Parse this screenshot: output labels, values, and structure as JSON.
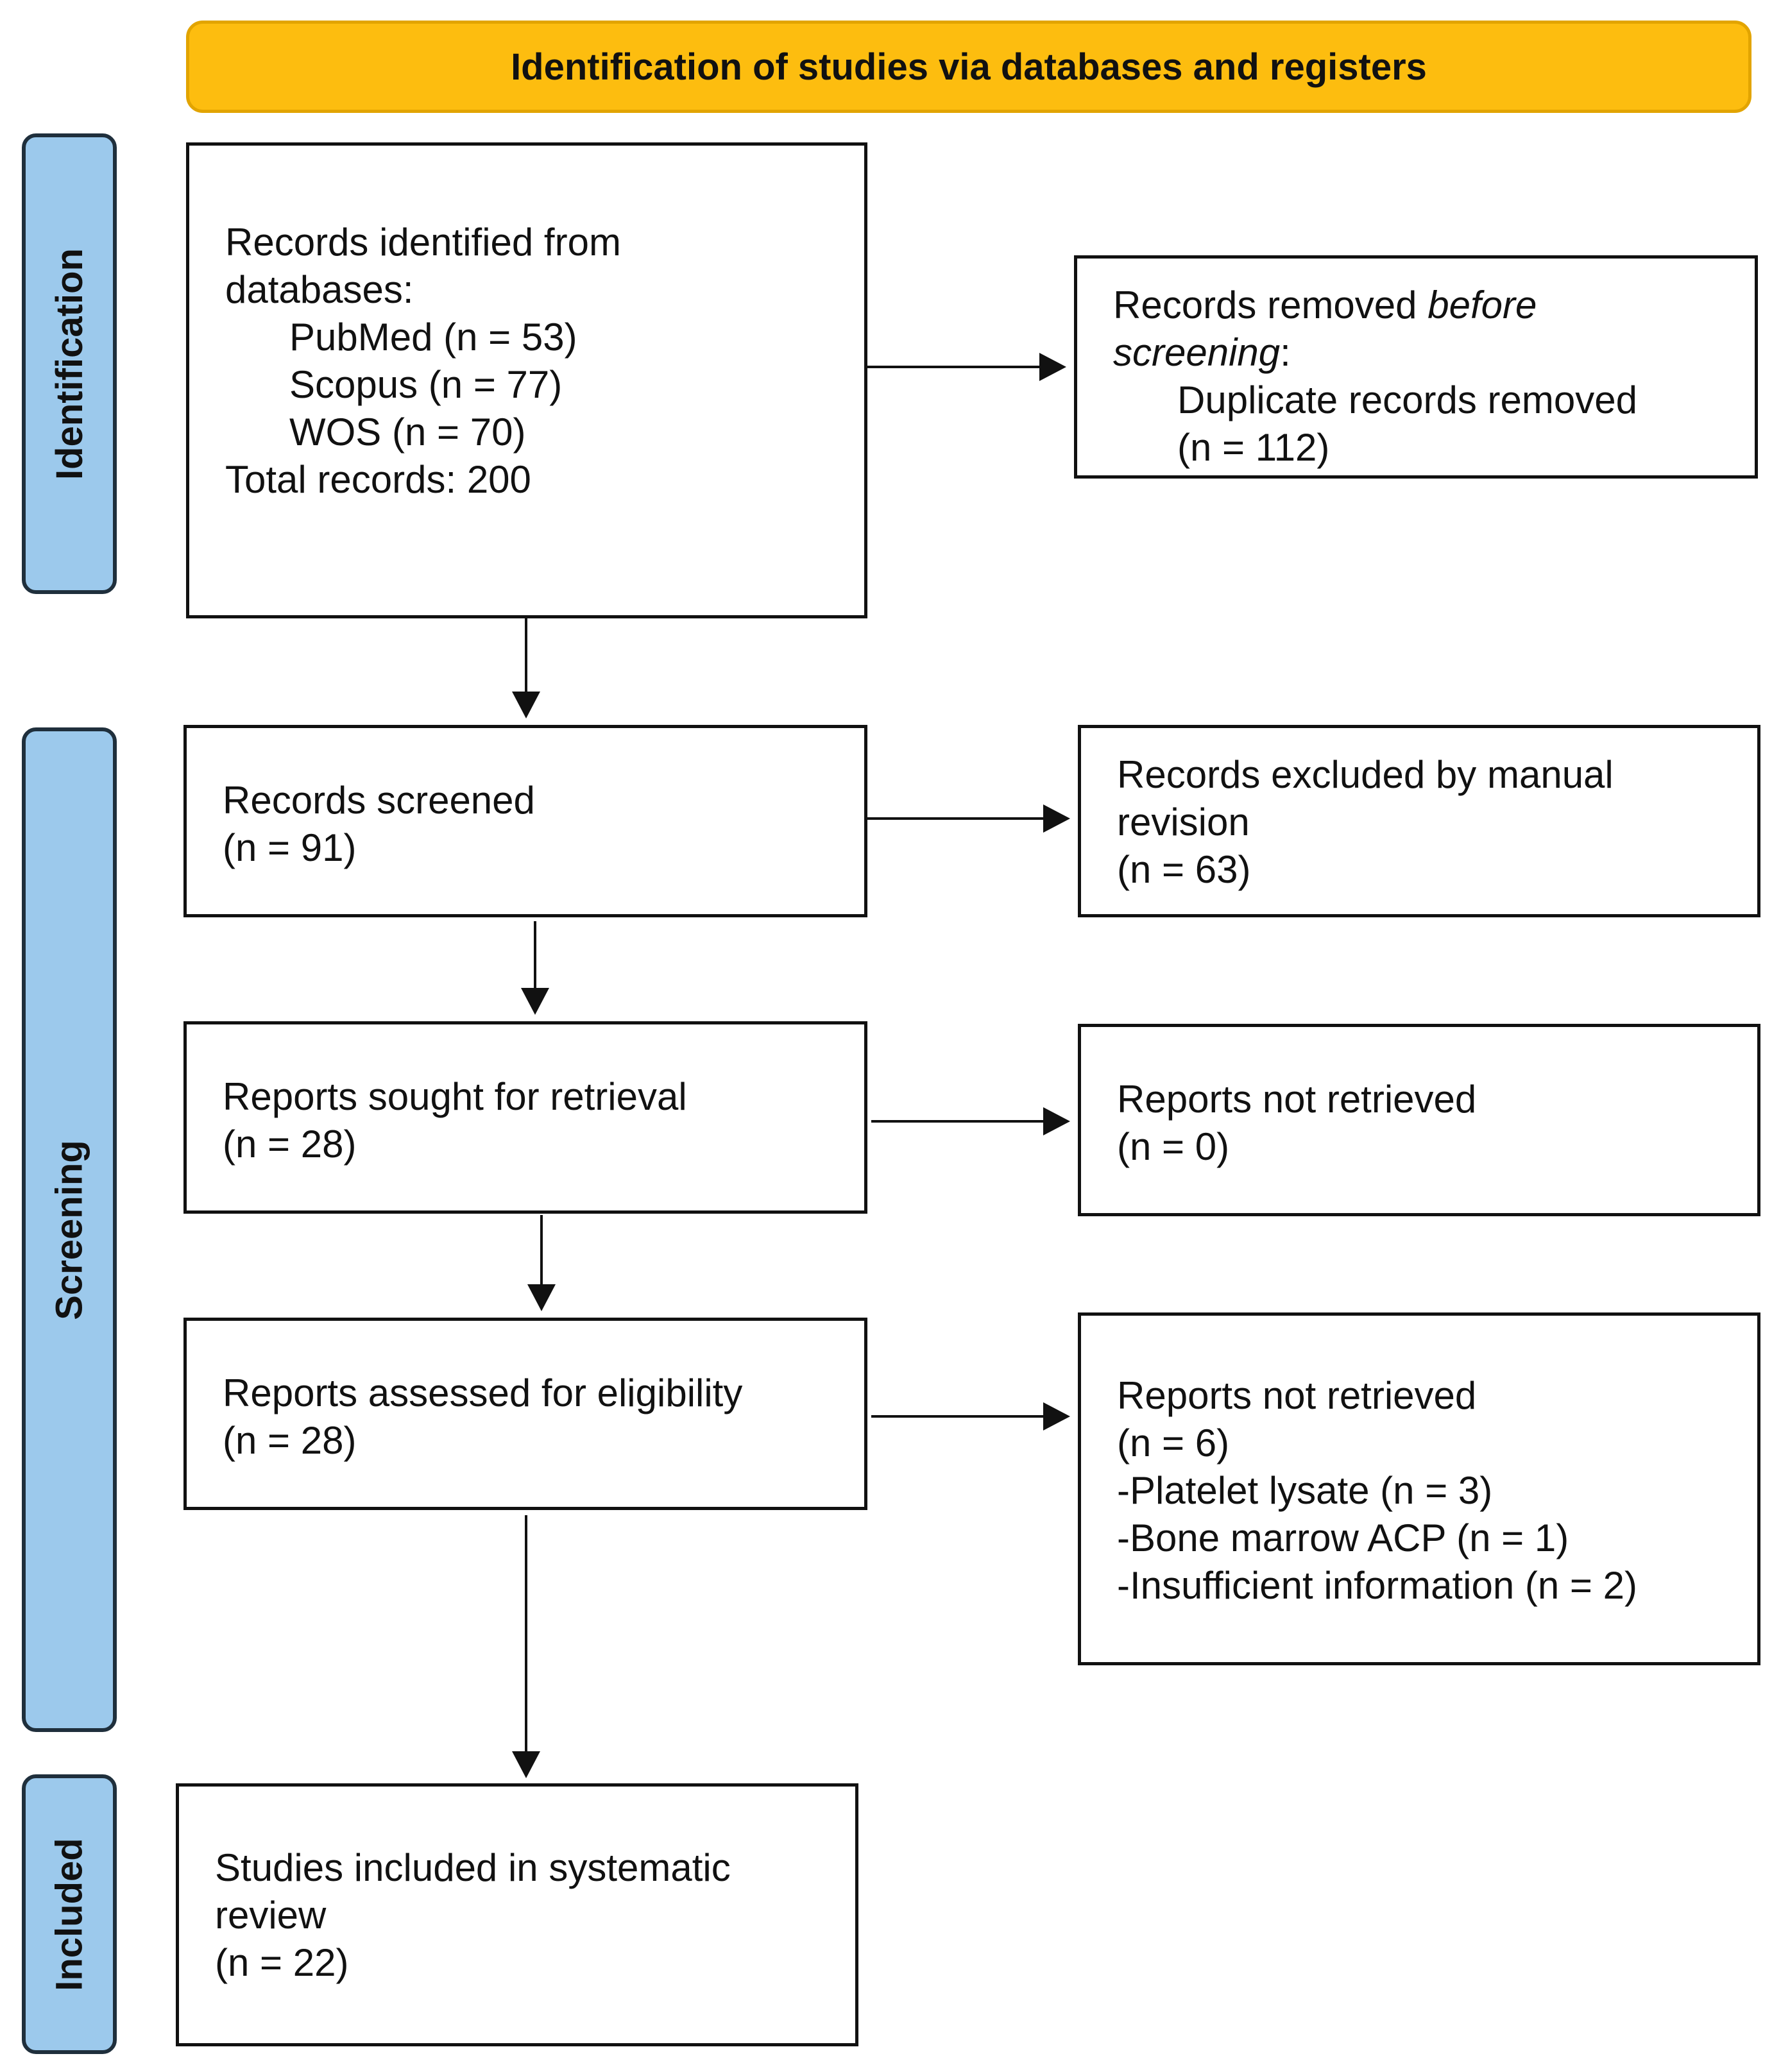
{
  "banner": "Identification of studies via databases and registers",
  "phases": {
    "identification": "Identification",
    "screening": "Screening",
    "included": "Included"
  },
  "records_identified": {
    "line1": "Records identified from",
    "line2": "databases:",
    "pubmed": "PubMed (n = 53)",
    "scopus": "Scopus (n = 77)",
    "wos": "WOS (n = 70)",
    "total": "Total records: 200"
  },
  "records_removed": {
    "prefix": "Records removed ",
    "italic1": "before",
    "italic2": "screening",
    "suffix": ":",
    "detail": "Duplicate records removed",
    "count": "(n = 112)"
  },
  "records_screened": {
    "label": "Records screened",
    "count": "(n = 91)"
  },
  "records_excluded": {
    "line1": "Records excluded by manual",
    "line2": "revision",
    "count": "(n = 63)"
  },
  "reports_sought": {
    "label": "Reports sought for retrieval",
    "count": "(n = 28)"
  },
  "reports_not_retrieved": {
    "label": "Reports not retrieved",
    "count": "(n = 0)"
  },
  "reports_assessed": {
    "label": "Reports assessed for eligibility",
    "count": "(n = 28)"
  },
  "reports_excluded": {
    "label": "Reports not retrieved",
    "count": "(n = 6)",
    "reasons": [
      "-Platelet lysate (n = 3)",
      "-Bone marrow ACP (n = 1)",
      "-Insufficient information (n = 2)"
    ]
  },
  "studies_included": {
    "line1": "Studies included in systematic",
    "line2": "review",
    "count": "(n = 22)"
  }
}
